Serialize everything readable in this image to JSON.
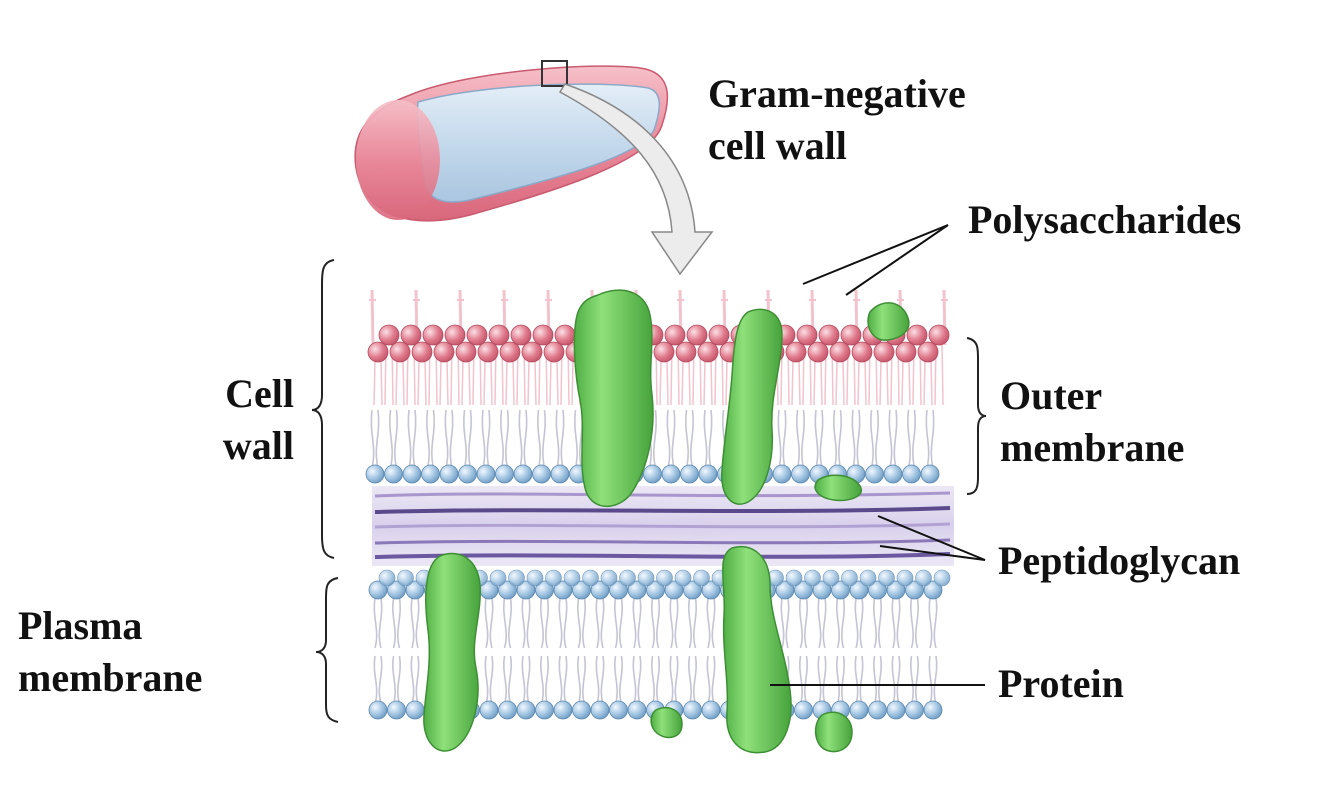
{
  "labels": {
    "title": [
      "Gram-negative",
      "cell wall"
    ],
    "polysaccharides": "Polysaccharides",
    "cell_wall": [
      "Cell",
      "wall"
    ],
    "outer_membrane": [
      "Outer",
      "membrane"
    ],
    "peptidoglycan": "Peptidoglycan",
    "plasma_membrane": [
      "Plasma",
      "membrane"
    ],
    "protein": "Protein"
  },
  "colors": {
    "lps_head": "#e07a8c",
    "lps_tail": "#f2c3cc",
    "phospholipid_head": "#9fc3e0",
    "phospholipid_tail": "#c4c4d4",
    "peptidoglycan": "#8a78b8",
    "protein": "#6cc95a",
    "bacterium_body": "#ec9aa8",
    "bacterium_inner": "#cfe0ef"
  }
}
